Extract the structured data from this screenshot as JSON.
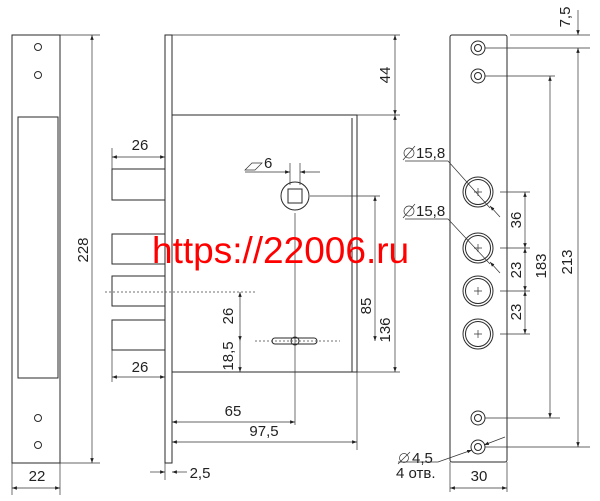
{
  "watermark": "https://22006.ru",
  "left_plate": {
    "height": "228",
    "width": "22"
  },
  "lock_body": {
    "bolt_width_top": "26",
    "bolt_width_bottom": "26",
    "spindle_square": "6",
    "bolt_to_key": "26",
    "key_to_bottom": "18,5",
    "backset": "65",
    "body_depth": "97,5",
    "faceplate_thickness": "2,5",
    "top_offset": "44",
    "body_height": "136",
    "spindle_to_key": "85"
  },
  "strike_plate": {
    "top_offset": "7,5",
    "hole_diameter_1": "15,8",
    "hole_diameter_2": "15,8",
    "spacing_1": "36",
    "spacing_2": "23",
    "spacing_3": "23",
    "inner_holes_distance": "183",
    "outer_holes_distance": "213",
    "screw_hole_diameter": "4,5",
    "screw_hole_count": "4 отв.",
    "width": "30"
  },
  "colors": {
    "watermark": "#ff0000",
    "line": "#2a2a2a"
  }
}
